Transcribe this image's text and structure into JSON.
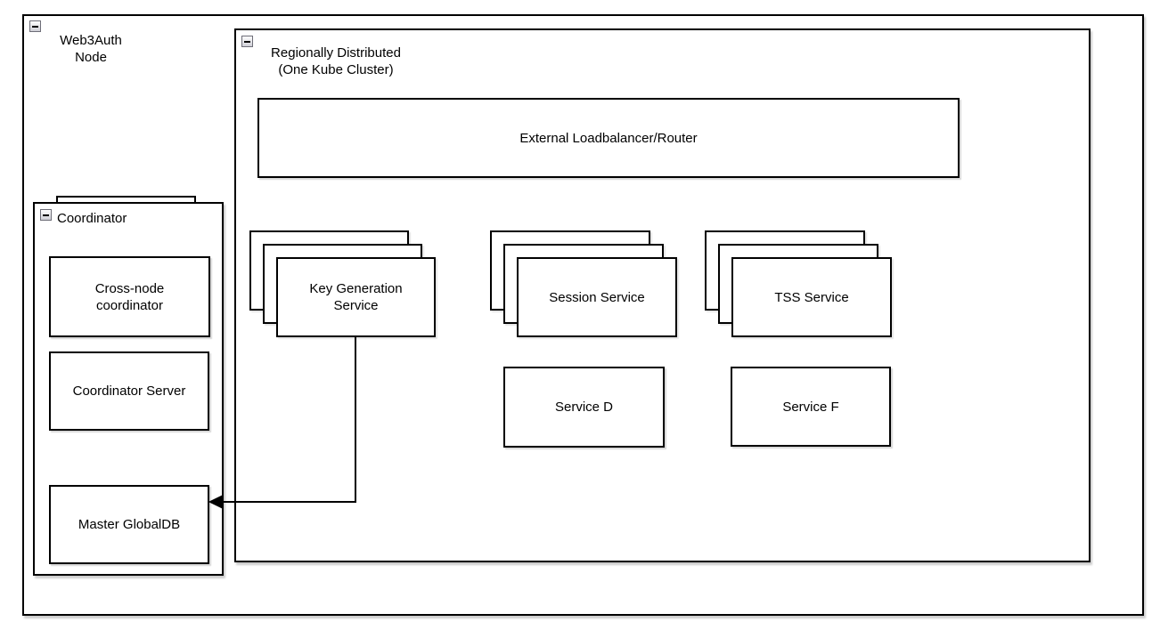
{
  "colors": {
    "shape_border": "#000000",
    "shape_fill": "#ffffff",
    "canvas_background": "#ffffff",
    "shadow": "rgba(0,0,0,0.20)",
    "collapse_icon_fill": "#d8d8de"
  },
  "containers": {
    "web3auth": {
      "label_line1": "Web3Auth",
      "label_line2": "Node"
    },
    "regional": {
      "label_line1": "Regionally Distributed",
      "label_line2": "(One Kube Cluster)"
    },
    "coordinator": {
      "label": "Coordinator"
    }
  },
  "nodes": {
    "loadbalancer": {
      "label": "External Loadbalancer/Router"
    },
    "keygen": {
      "label": "Key Generation Service",
      "replicas_shown": 3
    },
    "session": {
      "label": "Session Service",
      "replicas_shown": 3
    },
    "tss": {
      "label": "TSS Service",
      "replicas_shown": 3
    },
    "service_d": {
      "label": "Service D"
    },
    "service_f": {
      "label": "Service F"
    },
    "cross_node": {
      "label": "Cross-node coordinator"
    },
    "coord_server": {
      "label": "Coordinator Server"
    },
    "master_db": {
      "label": "Master GlobalDB"
    }
  },
  "edges": [
    {
      "from": "Key Generation Service",
      "to": "Master GlobalDB",
      "style": "orthogonal",
      "arrowhead": "filled-left"
    }
  ],
  "icons": {
    "collapse": "minus"
  }
}
